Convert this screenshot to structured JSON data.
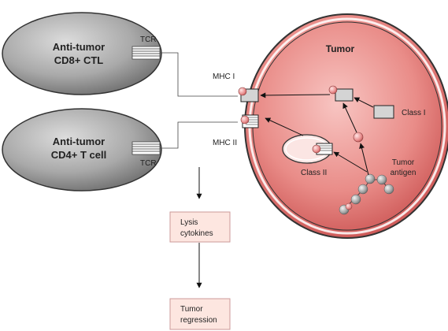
{
  "cells": {
    "cd8": {
      "line1": "Anti-tumor",
      "line2": "CD8+ CTL"
    },
    "cd4": {
      "line1": "Anti-tumor",
      "line2": "CD4+ T cell"
    }
  },
  "receptors": {
    "tcr_top": "TCR",
    "tcr_bottom": "TCR"
  },
  "mhc": {
    "mhc1": "MHC I",
    "mhc2": "MHC II"
  },
  "tumor": {
    "title": "Tumor",
    "class1": "Class I",
    "class2": "Class II",
    "antigen_line1": "Tumor",
    "antigen_line2": "antigen"
  },
  "outcomes": {
    "lysis_line1": "Lysis",
    "lysis_line2": "cytokines",
    "regression_line1": "Tumor",
    "regression_line2": "regression"
  },
  "colors": {
    "tumor_fill": "#e27a7a",
    "cell_fill": "#a8a8a8",
    "box_fill": "#fde6e0",
    "peptide": "#e89090"
  }
}
